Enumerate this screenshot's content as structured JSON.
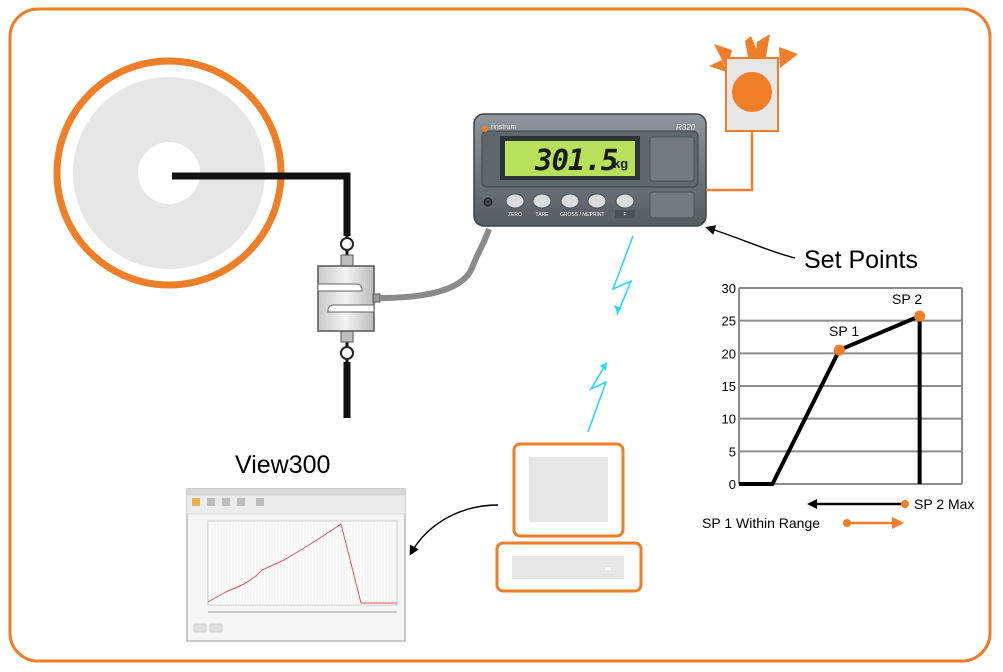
{
  "labels": {
    "set_points": "Set Points",
    "view300": "View300",
    "sp1": "SP 1",
    "sp2": "SP 2",
    "sp2_max": "SP 2 Max",
    "sp1_within_range": "SP 1 Within Range"
  },
  "indicator": {
    "brand": "rinstrum",
    "model": "R320",
    "display_value": "301.5",
    "display_unit": "kg",
    "buttons": [
      "ZERO",
      "TARE",
      "GROSS / NET",
      "PRINT",
      "F"
    ]
  },
  "colors": {
    "accent": "#F07D27",
    "lcd": "#B9E05A",
    "wireless": "#29D9F2",
    "reel": "#E6E6E6",
    "grid": "#8C8C8C"
  },
  "chart_data": {
    "type": "line",
    "y_ticks": [
      0,
      5,
      10,
      15,
      20,
      25,
      30
    ],
    "ylim": [
      0,
      30
    ],
    "grid": true,
    "series": [
      {
        "points": [
          {
            "x": 0,
            "y": 0
          },
          {
            "x": 0.15,
            "y": 0
          },
          {
            "x": 0.45,
            "y": 20.5
          },
          {
            "x": 0.81,
            "y": 25.7
          },
          {
            "x": 0.81,
            "y": 0
          }
        ]
      }
    ],
    "markers": [
      {
        "label": "SP 1",
        "x": 0.45,
        "y": 20.5
      },
      {
        "label": "SP 2",
        "x": 0.81,
        "y": 25.7
      }
    ]
  }
}
